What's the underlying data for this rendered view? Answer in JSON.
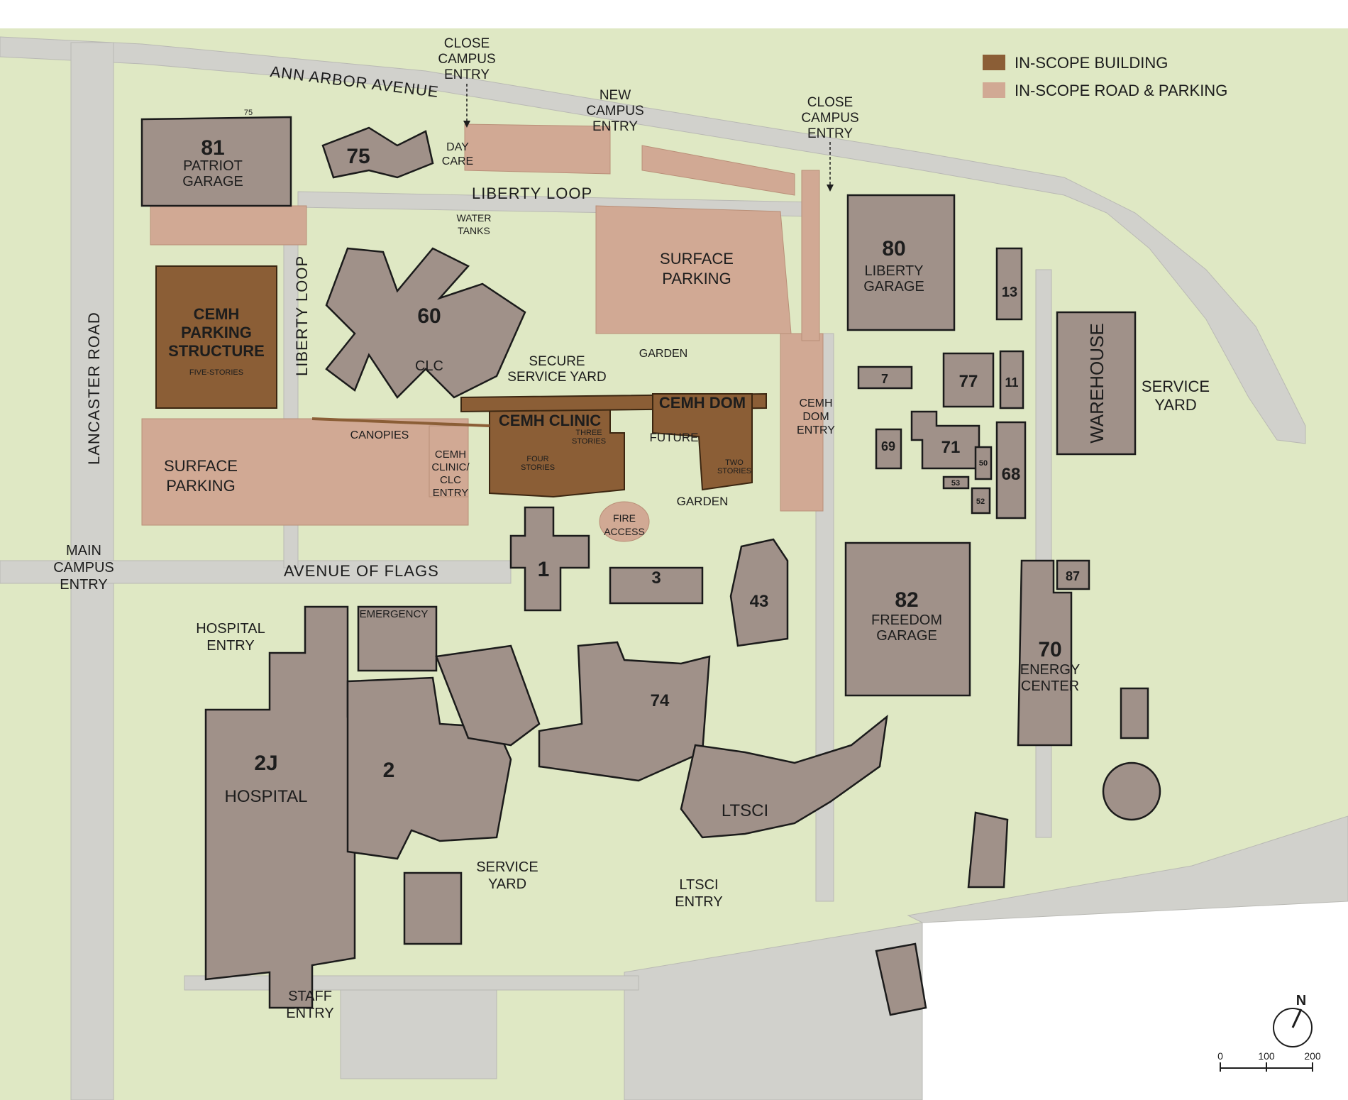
{
  "legend": {
    "building": {
      "label": "IN-SCOPE BUILDING",
      "color": "#8b5e36"
    },
    "road": {
      "label": "IN-SCOPE ROAD & PARKING",
      "color": "#d1a994"
    }
  },
  "colors": {
    "lawn": "#dfe8c4",
    "building": "#a09189",
    "building_dark": "#7e6f68",
    "road": "#d1d1cc",
    "inscope_building": "#8b5e36",
    "inscope_road": "#d1a994"
  },
  "roads": {
    "ann_arbor": "ANN ARBOR AVENUE",
    "lancaster": "LANCASTER ROAD",
    "liberty_loop_top": "LIBERTY LOOP",
    "liberty_loop_side": "LIBERTY LOOP",
    "avenue_of_flags": "AVENUE OF FLAGS"
  },
  "buildings": {
    "b81": {
      "num": "81",
      "name": [
        "PATRIOT",
        "GARAGE"
      ],
      "tag": "75"
    },
    "b75": {
      "num": "75"
    },
    "cemh_ps": {
      "name": [
        "CEMH",
        "PARKING",
        "STRUCTURE"
      ],
      "note": "FIVE-STORIES"
    },
    "b60": {
      "num": "60",
      "name": "CLC"
    },
    "cemh_clinic": {
      "name": "CEMH CLINIC",
      "note_a": [
        "THREE",
        "STORIES"
      ],
      "note_b": [
        "FOUR",
        "STORIES"
      ]
    },
    "cemh_dom": {
      "name": "CEMH DOM",
      "note": [
        "TWO",
        "STORIES"
      ]
    },
    "b80": {
      "num": "80",
      "name": [
        "LIBERTY",
        "GARAGE"
      ]
    },
    "b13": {
      "num": "13"
    },
    "warehouse": {
      "name": "WAREHOUSE"
    },
    "b7": {
      "num": "7"
    },
    "b77": {
      "num": "77"
    },
    "b11": {
      "num": "11"
    },
    "b69": {
      "num": "69"
    },
    "b71": {
      "num": "71"
    },
    "b50": {
      "num": "50"
    },
    "b53": {
      "num": "53"
    },
    "b52": {
      "num": "52"
    },
    "b68": {
      "num": "68"
    },
    "b82": {
      "num": "82",
      "name": [
        "FREEDOM",
        "GARAGE"
      ]
    },
    "b87": {
      "num": "87"
    },
    "b70": {
      "num": "70",
      "name": [
        "ENERGY",
        "CENTER"
      ]
    },
    "b1": {
      "num": "1"
    },
    "b3": {
      "num": "3"
    },
    "b43": {
      "num": "43"
    },
    "b74": {
      "num": "74"
    },
    "b2": {
      "num": "2"
    },
    "b2j": {
      "num": "2J",
      "name": "HOSPITAL"
    },
    "ltsci": {
      "name": "LTSCI"
    },
    "emergency": {
      "name": "EMERGENCY"
    }
  },
  "labels": {
    "close_entry_1": [
      "CLOSE",
      "CAMPUS",
      "ENTRY"
    ],
    "new_entry": [
      "NEW",
      "CAMPUS",
      "ENTRY"
    ],
    "close_entry_2": [
      "CLOSE",
      "CAMPUS",
      "ENTRY"
    ],
    "day_care": [
      "DAY",
      "CARE"
    ],
    "water_tanks": [
      "WATER",
      "TANKS"
    ],
    "surface_parking_top": [
      "SURFACE",
      "PARKING"
    ],
    "surface_parking_left": [
      "SURFACE",
      "PARKING"
    ],
    "secure_yard": [
      "SECURE",
      "SERVICE YARD"
    ],
    "garden_top": "GARDEN",
    "garden_bottom": "GARDEN",
    "canopies": "CANOPIES",
    "future": "FUTURE",
    "clinic_entry": [
      "CEMH",
      "CLINIC/",
      "CLC",
      "ENTRY"
    ],
    "dom_entry": [
      "CEMH",
      "DOM",
      "ENTRY"
    ],
    "fire_access": [
      "FIRE",
      "ACCESS"
    ],
    "service_yard_right": [
      "SERVICE",
      "YARD"
    ],
    "main_entry": [
      "MAIN",
      "CAMPUS",
      "ENTRY"
    ],
    "hospital_entry": [
      "HOSPITAL",
      "ENTRY"
    ],
    "service_yard_bottom": [
      "SERVICE",
      "YARD"
    ],
    "ltsci_entry": [
      "LTSCI",
      "ENTRY"
    ],
    "staff_entry": [
      "STAFF",
      "ENTRY"
    ]
  },
  "scale": {
    "north": "N",
    "ticks": [
      "0",
      "100",
      "200"
    ]
  }
}
